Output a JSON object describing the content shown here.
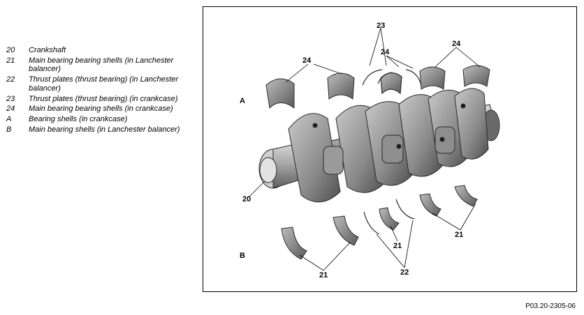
{
  "legend": [
    {
      "key": "20",
      "text": "Crankshaft"
    },
    {
      "key": "21",
      "text": "Main bearing bearing shells (in Lanchester balancer)"
    },
    {
      "key": "22",
      "text": "Thrust plates (thrust bearing) (in Lanchester balancer)"
    },
    {
      "key": "23",
      "text": "Thrust plates (thrust bearing) (in crankcase)"
    },
    {
      "key": "24",
      "text": "Main bearing bearing shells (in crankcase)"
    },
    {
      "key": "A",
      "text": "Bearing shells (in crankcase)"
    },
    {
      "key": "B",
      "text": "Main bearing shells (in Lanchester balancer)"
    }
  ],
  "callouts": {
    "a": "A",
    "b": "B",
    "n20": "20",
    "n21": "21",
    "n22": "22",
    "n23": "23",
    "n24": "24"
  },
  "reference": "P03.20-2305-06"
}
